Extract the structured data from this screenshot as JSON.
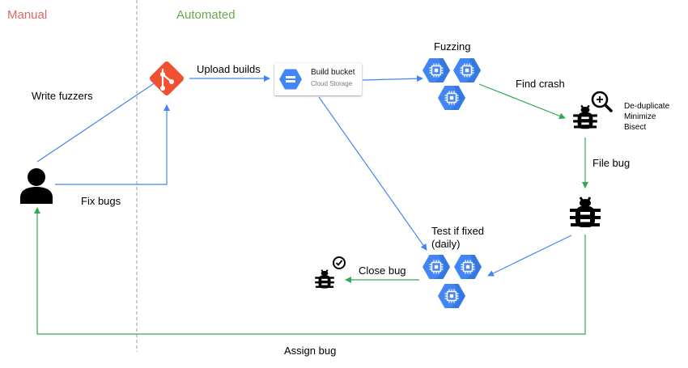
{
  "headers": {
    "manual": "Manual",
    "automated": "Automated"
  },
  "colors": {
    "manual": "#e06666",
    "automated": "#6aa84f",
    "blue": "#4285f4",
    "green": "#34a853",
    "git": "#f05133"
  },
  "labels": {
    "write_fuzzers": "Write fuzzers",
    "fix_bugs": "Fix bugs",
    "upload_builds": "Upload builds",
    "fuzzing": "Fuzzing",
    "find_crash": "Find crash",
    "dedup": "De-duplicate",
    "minimize": "Minimize",
    "bisect": "Bisect",
    "file_bug": "File bug",
    "test_if_fixed": "Test if fixed",
    "daily": "(daily)",
    "close_bug": "Close bug",
    "assign_bug": "Assign bug"
  },
  "bucket": {
    "title": "Build bucket",
    "subtitle": "Cloud Storage"
  },
  "icons": {
    "person": "person-icon",
    "git": "git-icon",
    "bucket": "storage-icon",
    "compute": "compute-engine-icon",
    "bug_search": "bug-search-icon",
    "bug": "bug-icon",
    "bug_check": "bug-check-icon"
  }
}
